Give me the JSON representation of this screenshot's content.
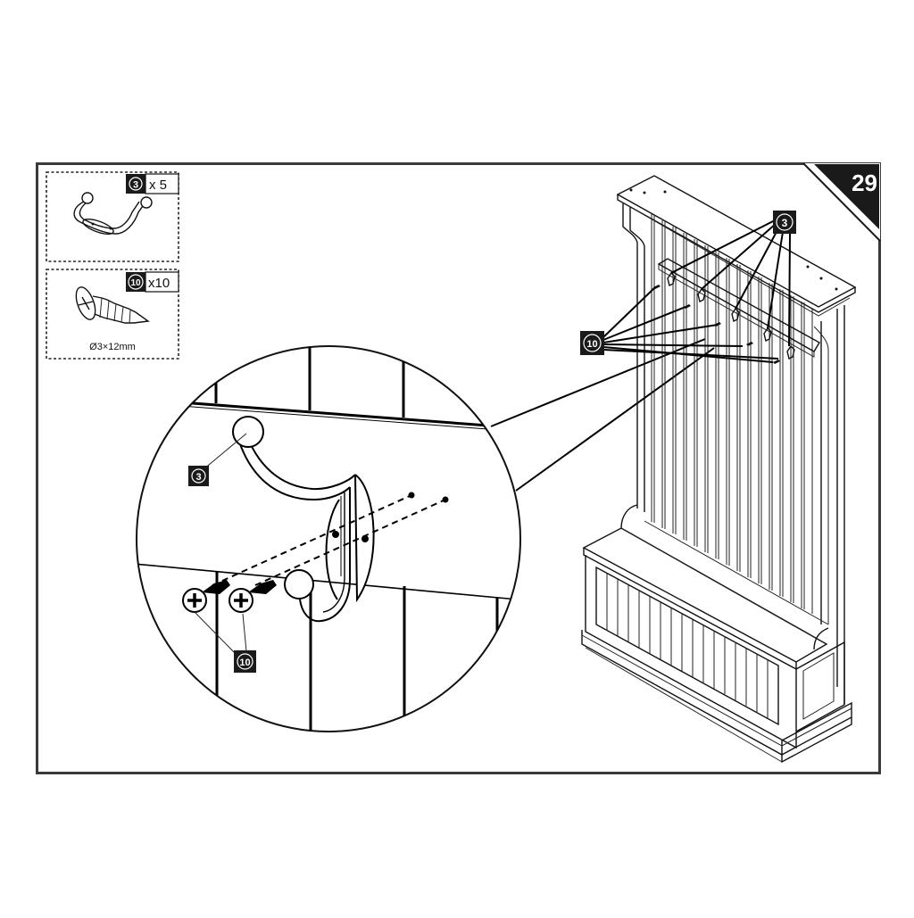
{
  "step": {
    "number": "29",
    "badge_color": "#1a1a1a"
  },
  "parts": [
    {
      "id": "3",
      "name": "double-coat-hook",
      "quantity_label": "x 5",
      "icon": "coat-hook-icon"
    },
    {
      "id": "10",
      "name": "phillips-screw",
      "quantity_label": "x10",
      "spec": "Ø3×12mm",
      "icon": "screw-icon"
    }
  ],
  "overview": {
    "callouts": [
      {
        "part_id": "3",
        "label": "3"
      },
      {
        "part_id": "10",
        "label": "10"
      }
    ],
    "hook_count": 5,
    "screw_count": 10,
    "subject": "hall-tree-bench"
  },
  "detail": {
    "callouts": [
      {
        "part_id": "3",
        "label": "3"
      },
      {
        "part_id": "10",
        "label": "10"
      }
    ],
    "screws_shown": 2
  },
  "colors": {
    "ink": "#111111",
    "frame": "#3a3a3a",
    "paper": "#ffffff"
  }
}
